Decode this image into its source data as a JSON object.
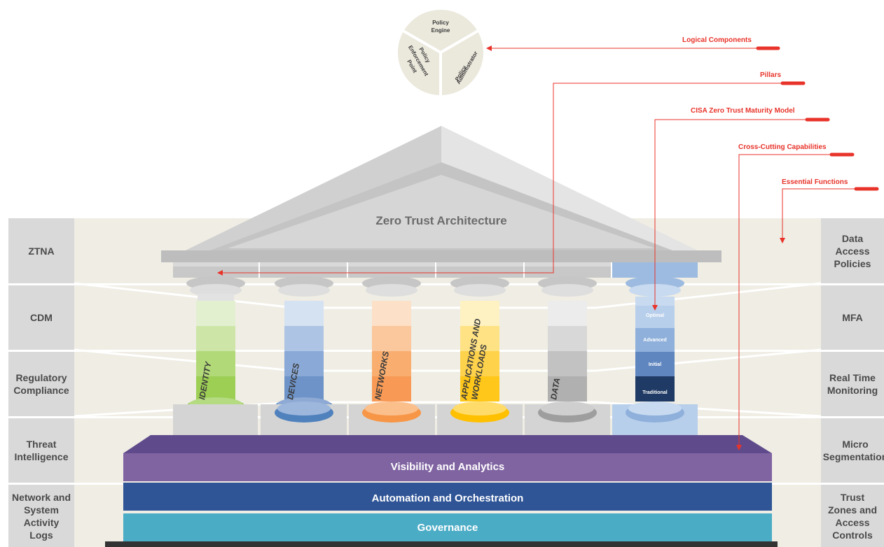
{
  "title": "Zero Trust Architecture",
  "logical_components": {
    "label": "Logical Components",
    "items": [
      "Policy Engine",
      "Policy Administrator",
      "Policy Enforcement Point"
    ]
  },
  "annotations": {
    "logical_components": "Logical Components",
    "pillars": "Pillars",
    "cisa": "CISA Zero Trust Maturity Model",
    "cross_cutting": "Cross-Cutting Capabilities",
    "essential": "Essential Functions"
  },
  "pillars": [
    {
      "name": "IDENTITY",
      "color": "#8cc63f"
    },
    {
      "name": "DEVICES",
      "color": "#4f81bd"
    },
    {
      "name": "NETWORKS",
      "color": "#f79646"
    },
    {
      "name": "APPLICATIONS AND WORKLOADS",
      "name_line1": "APPLICATIONS AND",
      "name_line2": "WORKLOADS",
      "color": "#ffc000"
    },
    {
      "name": "DATA",
      "color": "#a6a6a6"
    }
  ],
  "maturity_levels": [
    "Optimal",
    "Advanced",
    "Initial",
    "Traditional"
  ],
  "left_functions": [
    "ZTNA",
    "CDM",
    "Regulatory Compliance",
    "Threat Intelligence",
    "Network and System Activity Logs"
  ],
  "left_lines": [
    [
      "ZTNA"
    ],
    [
      "CDM"
    ],
    [
      "Regulatory",
      "Compliance"
    ],
    [
      "Threat",
      "Intelligence"
    ],
    [
      "Network",
      "and System",
      "Activity Logs"
    ]
  ],
  "right_functions": [
    "Data Access Policies",
    "MFA",
    "Real Time Monitoring",
    "Micro Segmentation",
    "Trust Zones and Access Controls"
  ],
  "right_lines": [
    [
      "Data Access",
      "Policies"
    ],
    [
      "MFA"
    ],
    [
      "Real Time",
      "Monitoring"
    ],
    [
      "Micro",
      "Segmentation"
    ],
    [
      "Trust Zones",
      "and Access",
      "Controls"
    ]
  ],
  "cross_cutting": [
    "Visibility and Analytics",
    "Automation and Orchestration",
    "Governance"
  ],
  "colors": {
    "visibility": "#8064a2",
    "automation": "#2f5597",
    "governance": "#4bacc6",
    "accent_red": "#e8332a"
  }
}
